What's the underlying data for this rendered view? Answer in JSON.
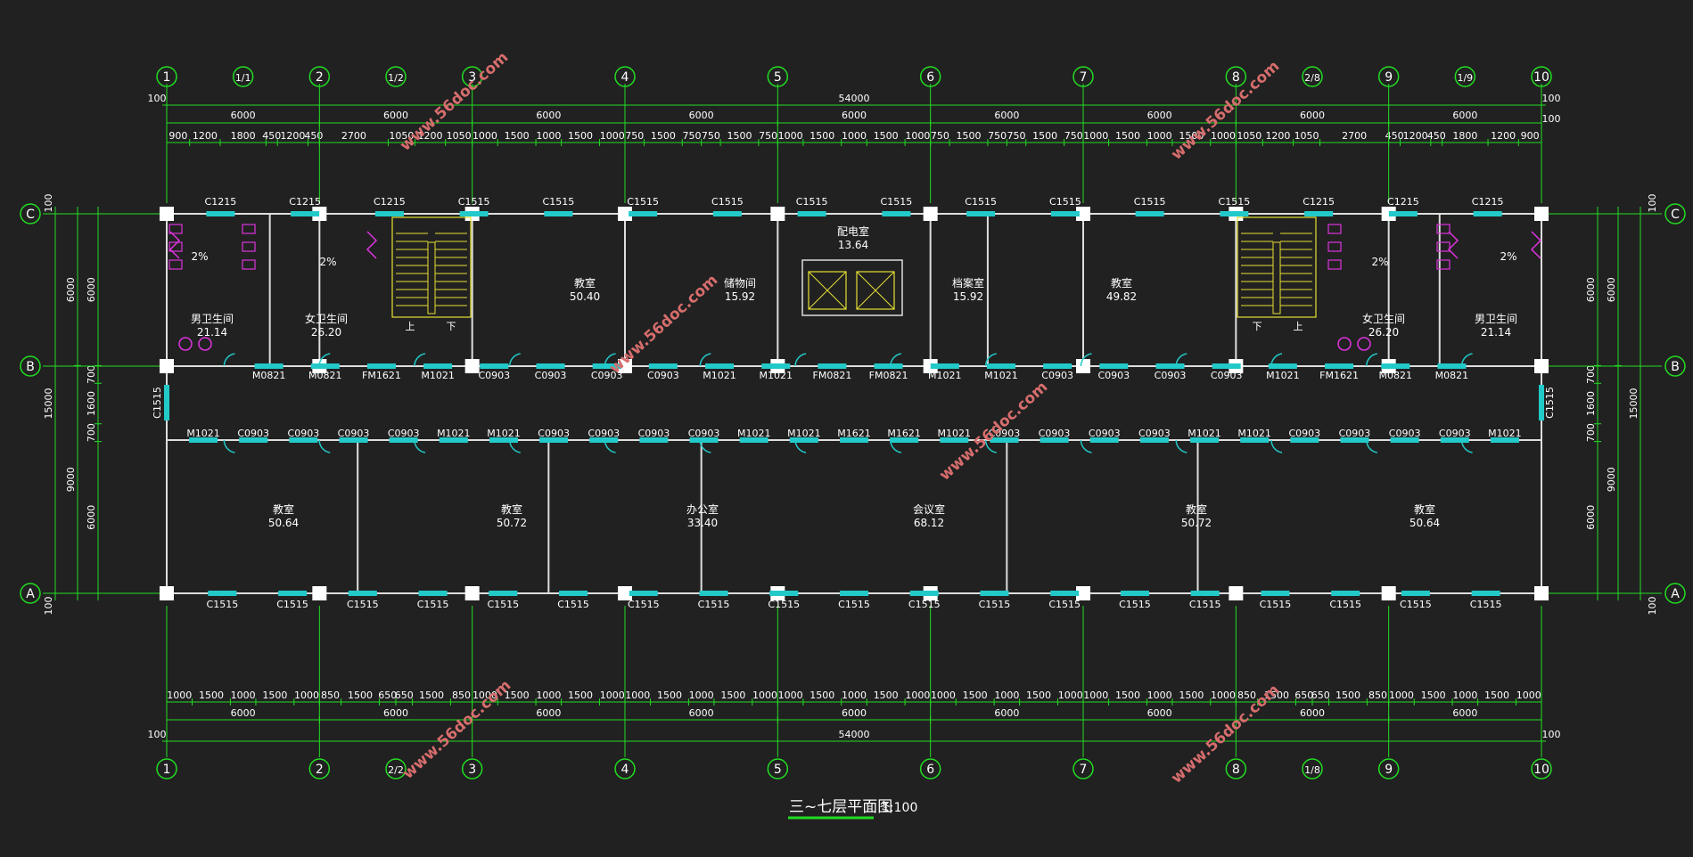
{
  "title": "三~七层平面图",
  "scale": "1:100",
  "watermark": "www.56doc.com",
  "colors": {
    "background": "#212121",
    "dimension": "#22dd22",
    "wall": "#dddddd",
    "window": "#22c9c9",
    "stair": "#e6e033",
    "sanitary": "#dd33dd",
    "text": "#ffffff",
    "watermark": "#d76d6d"
  },
  "axes_top": [
    "1",
    "1/1",
    "2",
    "1/2",
    "3",
    "4",
    "5",
    "6",
    "7",
    "8",
    "2/8",
    "9",
    "1/9",
    "10"
  ],
  "axes_bottom": [
    "1",
    "2",
    "2/2",
    "3",
    "4",
    "5",
    "6",
    "7",
    "8",
    "1/8",
    "9",
    "10"
  ],
  "axes_side": [
    "C",
    "B",
    "A"
  ],
  "dims": {
    "total": "54000",
    "end_offset": "100",
    "bays": [
      "6000",
      "6000",
      "6000",
      "6000",
      "6000",
      "6000",
      "6000",
      "6000",
      "6000"
    ],
    "top_detail": [
      "900",
      "1200",
      "1800",
      "450",
      "1200",
      "450",
      "2700",
      "1050",
      "1200",
      "1050",
      "1000",
      "1500",
      "1000",
      "1500",
      "1000",
      "750",
      "1500",
      "750",
      "750",
      "1500",
      "750",
      "1000",
      "1500",
      "1000",
      "1500",
      "1000",
      "750",
      "1500",
      "750",
      "750",
      "1500",
      "750",
      "1000",
      "1500",
      "1000",
      "1500",
      "1000",
      "1050",
      "1200",
      "1050",
      "2700",
      "450",
      "1200",
      "450",
      "1800",
      "1200",
      "900"
    ],
    "bottom_detail": [
      "1000",
      "1500",
      "1000",
      "1500",
      "1000",
      "850",
      "1500",
      "650",
      "650",
      "1500",
      "850",
      "1000",
      "1500",
      "1000",
      "1500",
      "1000",
      "1000",
      "1500",
      "1000",
      "1500",
      "1000",
      "1000",
      "1500",
      "1000",
      "1500",
      "1000",
      "1000",
      "1500",
      "1000",
      "1500",
      "1000",
      "1000",
      "1500",
      "1000",
      "1500",
      "1000",
      "850",
      "1500",
      "650",
      "650",
      "1500",
      "850",
      "1000",
      "1500",
      "1000",
      "1500",
      "1000"
    ],
    "side_total": "15000",
    "side_parts": [
      "6000",
      "9000"
    ],
    "side_inner": [
      "6000",
      "700",
      "1600",
      "700",
      "6000"
    ]
  },
  "rooms": [
    {
      "name": "男卫生间",
      "area": "21.14"
    },
    {
      "name": "女卫生间",
      "area": "26.20"
    },
    {
      "name": "教室",
      "area": "50.40"
    },
    {
      "name": "储物间",
      "area": "15.92"
    },
    {
      "name": "配电室",
      "area": "13.64"
    },
    {
      "name": "档案室",
      "area": "15.92"
    },
    {
      "name": "教室",
      "area": "49.82"
    },
    {
      "name": "女卫生间",
      "area": "26.20"
    },
    {
      "name": "男卫生间",
      "area": "21.14"
    },
    {
      "name": "教室",
      "area": "50.64"
    },
    {
      "name": "教室",
      "area": "50.72"
    },
    {
      "name": "办公室",
      "area": "33.40"
    },
    {
      "name": "会议室",
      "area": "68.12"
    },
    {
      "name": "教室",
      "area": "50.72"
    },
    {
      "name": "教室",
      "area": "50.64"
    }
  ],
  "slope": "2%",
  "stair_words": {
    "up": "上",
    "down": "下"
  },
  "openings": {
    "top_windows": [
      "C1215",
      "C1215",
      "C1215",
      "C1515",
      "C1515",
      "C1515",
      "C1515",
      "C1515",
      "C1515",
      "C1515",
      "C1515",
      "C1515",
      "C1515",
      "C1215",
      "C1215",
      "C1215"
    ],
    "b_line_north": [
      "M0821",
      "M0821",
      "FM1621",
      "M1021",
      "C0903",
      "C0903",
      "C0903",
      "C0903",
      "M1021",
      "M1021",
      "FM0821",
      "FM0821",
      "M1021",
      "M1021",
      "C0903",
      "C0903",
      "C0903",
      "C0903",
      "M1021",
      "FM1621",
      "M0821",
      "M0821"
    ],
    "corridor_south": [
      "M1021",
      "C0903",
      "C0903",
      "C0903",
      "C0903",
      "M1021",
      "M1021",
      "C0903",
      "C0903",
      "C0903",
      "C0903",
      "M1021",
      "M1021",
      "M1621",
      "M1621",
      "M1021",
      "C0903",
      "C0903",
      "C0903",
      "C0903",
      "M1021",
      "M1021",
      "C0903",
      "C0903",
      "C0903",
      "C0903",
      "M1021"
    ],
    "corridor_ends": [
      "C1515",
      "C1515"
    ],
    "bottom_windows": [
      "C1515",
      "C1515",
      "C1515",
      "C1515",
      "C1515",
      "C1515",
      "C1515",
      "C1515",
      "C1515",
      "C1515",
      "C1515",
      "C1515",
      "C1515",
      "C1515",
      "C1515",
      "C1515",
      "C1515",
      "C1515",
      "C1515"
    ]
  }
}
